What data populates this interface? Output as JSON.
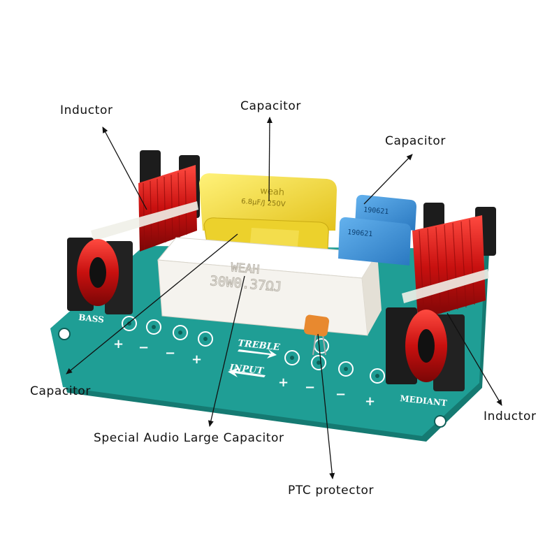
{
  "callouts": {
    "inductor_left": "Inductor",
    "capacitor_top": "Capacitor",
    "capacitor_right": "Capacitor",
    "capacitor_left": "Capacitor",
    "special_audio": "Special Audio Large Capacitor",
    "ptc": "PTC protector",
    "inductor_right": "Inductor"
  },
  "board_print": {
    "bass": "BASS",
    "treble": "TREBLE",
    "input": "INPUT",
    "mediant": "MEDIANT",
    "plus": "+",
    "minus": "−"
  },
  "component_print": {
    "yellow_cap_brand": "weah",
    "yellow_cap_rating": "6.8μF/J 250V",
    "resistor_brand": "WEAH",
    "resistor_rating": "30W0.37ΩJ",
    "blue_cap_1": "190621",
    "blue_cap_2": "190621"
  },
  "colors": {
    "board": "#1f9e95",
    "board_edge": "#157a72",
    "coil": "#d8161a",
    "bobbin": "#1c1c1c",
    "yellow_cap": "#f3dc3a",
    "blue_cap": "#3d8fd3",
    "resistor": "#f5f3ee",
    "ptc": "#e8892f"
  }
}
